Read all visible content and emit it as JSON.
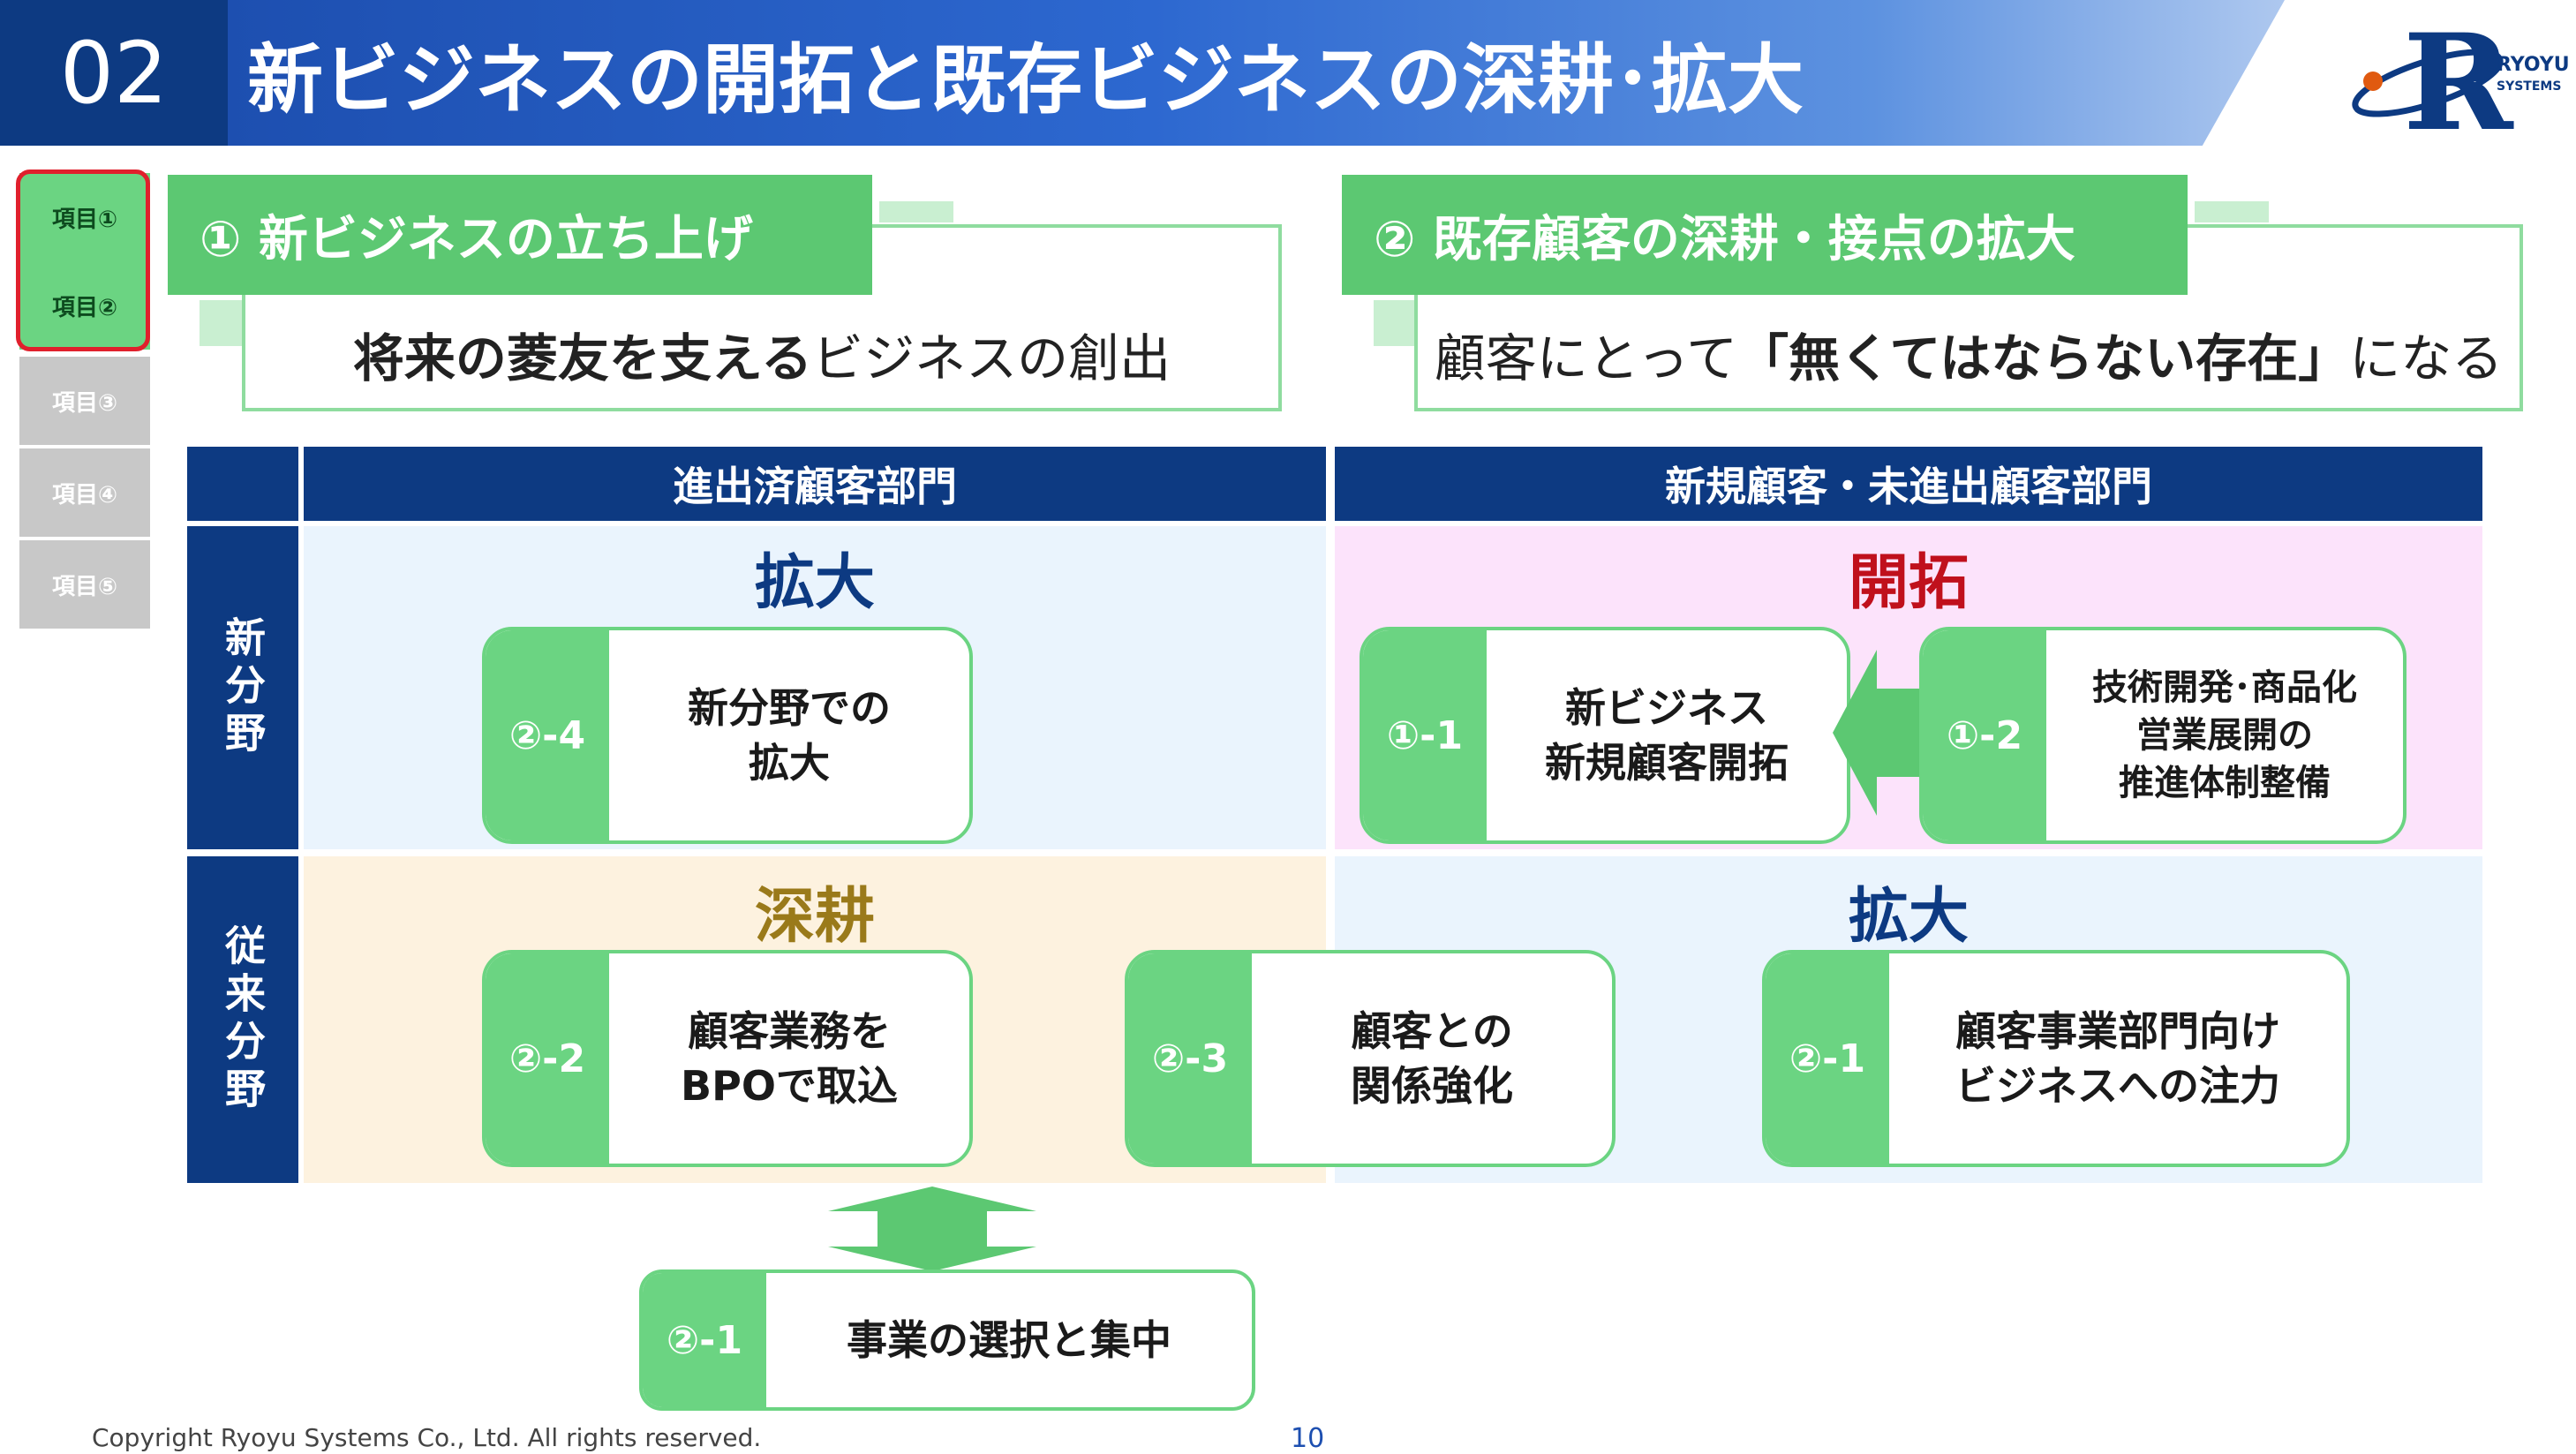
{
  "header": {
    "number": "02",
    "title": "新ビジネスの開拓と既存ビジネスの深耕･拡大"
  },
  "logo": {
    "letter": "R",
    "line1": "RYOYU",
    "line2": "SYSTEMS"
  },
  "nav": {
    "items": [
      "項目①",
      "項目②",
      "項目③",
      "項目④",
      "項目⑤"
    ]
  },
  "section1": {
    "heading": "① 新ビジネスの立ち上げ",
    "sub_bold": "将来の菱友を支える",
    "sub_normal": "ビジネスの創出"
  },
  "section2": {
    "heading": "② 既存顧客の深耕・接点の拡大",
    "sub_pre": "顧客にとって",
    "sub_bold": "「無くてはならない存在」",
    "sub_post": "になる"
  },
  "grid": {
    "col1_header": "進出済顧客部門",
    "col2_header": "新規顧客・未進出顧客部門",
    "row1_header": "新分野",
    "row2_header": "従来分野",
    "q_tl_title": "拡大",
    "q_tr_title": "開拓",
    "q_bl_title": "深耕",
    "q_br_title": "拡大"
  },
  "cards": {
    "c24": {
      "code": "②-4",
      "line1": "新分野での",
      "line2": "拡大"
    },
    "c11": {
      "code": "①-1",
      "line1": "新ビジネス",
      "line2": "新規顧客開拓"
    },
    "c12": {
      "code": "①-2",
      "line1": "技術開発･商品化",
      "line2": "営業展開の",
      "line3": "推進体制整備"
    },
    "c22": {
      "code": "②-2",
      "line1": "顧客業務を",
      "line2": "BPOで取込"
    },
    "c23": {
      "code": "②-3",
      "line1": "顧客との",
      "line2": "関係強化"
    },
    "c21r": {
      "code": "②-1",
      "line1": "顧客事業部門向け",
      "line2": "ビジネスへの注力"
    },
    "c21b": {
      "code": "②-1",
      "line1": "事業の選択と集中"
    }
  },
  "footer": {
    "copyright": "Copyright Ryoyu Systems Co., Ltd. All rights reserved.",
    "page": "10"
  },
  "colors": {
    "navy": "#0d3a82",
    "green": "#5cc872",
    "red": "#c0101c",
    "gold": "#9a7a1a"
  }
}
